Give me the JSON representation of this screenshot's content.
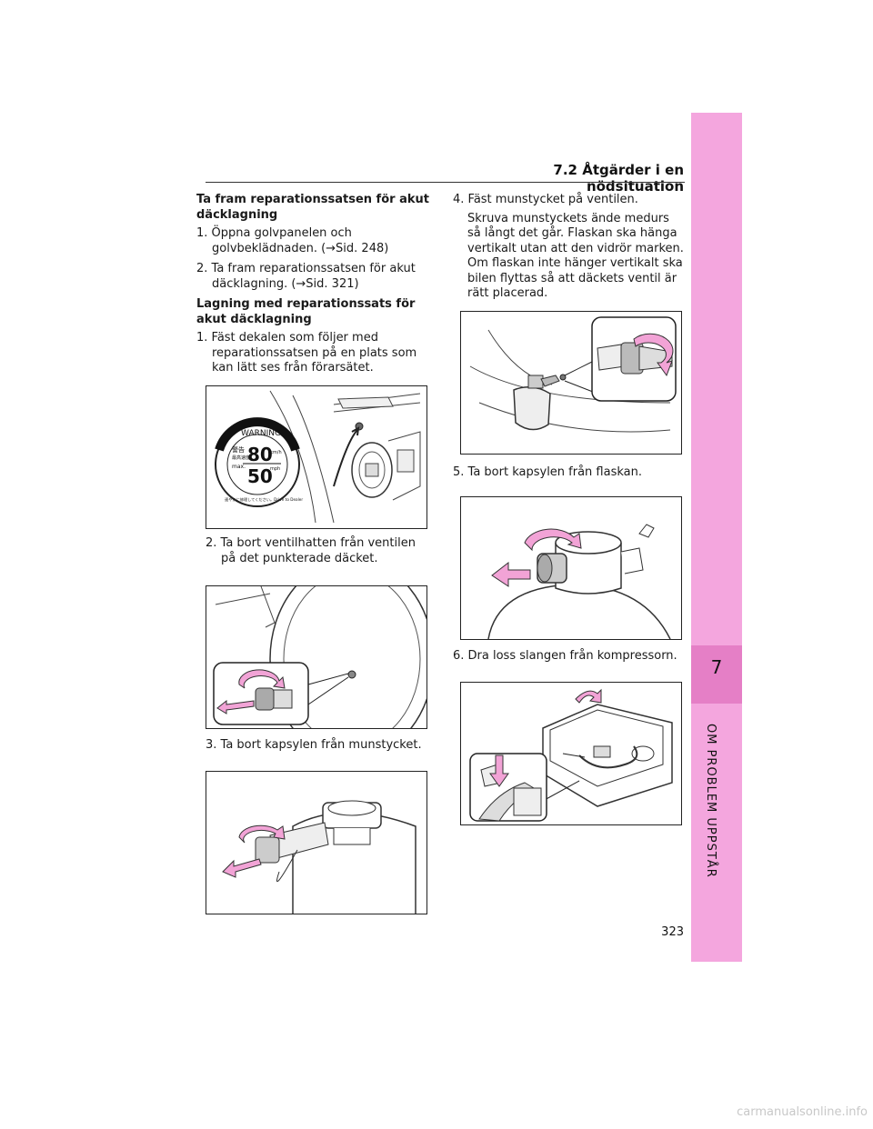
{
  "header": {
    "section_title": "7.2 Åtgärder i en nödsituation"
  },
  "left_column": {
    "heading1": "Ta fram reparationssatsen för akut däcklagning",
    "steps1": [
      "1. Öppna golvpanelen och golvbeklädnaden. (→Sid. 248)",
      "2. Ta fram reparationssatsen för akut däcklagning. (→Sid. 321)"
    ],
    "heading2": "Lagning med reparationssats för akut däcklagning",
    "step_decal": "1. Fäst dekalen som följer med reparationssatsen på en plats som kan lätt ses från förarsätet.",
    "step_valve_cap": "2. Ta bort ventilhatten från ventilen på det punkterade däcket.",
    "step_nozzle_cap": "3. Ta bort kapsylen från munstycket."
  },
  "right_column": {
    "step_attach": "4. Fäst munstycket på ventilen.",
    "step_attach_note": "Skruva munstyckets ände medurs så långt det går. Flaskan ska hänga vertikalt utan att den vidrör marken. Om flaskan inte hänger vertikalt ska bilen flyttas så att däckets ventil är rätt placerad.",
    "step_bottle_cap": "5. Ta bort kapsylen från flaskan.",
    "step_hose": "6. Dra loss slangen från kompressorn."
  },
  "decal": {
    "warning": "WARNING",
    "max": "max.",
    "speed_kmh": "80",
    "unit_kmh": "km/h",
    "speed_mph": "50",
    "unit_mph": "mph",
    "japanese_top": "警告",
    "japanese_mid": "最高速度",
    "ring_text": "速やかに修理してください。Drive to Dealer"
  },
  "side_tab": {
    "chapter_number": "7",
    "chapter_title": "OM PROBLEM UPPSTÅR"
  },
  "page_number": "323",
  "watermark": "carmanualsonline.info",
  "colors": {
    "tab": "#f4a6de",
    "tab_active": "#e57fc6",
    "arrow": "#f2a3d6"
  }
}
